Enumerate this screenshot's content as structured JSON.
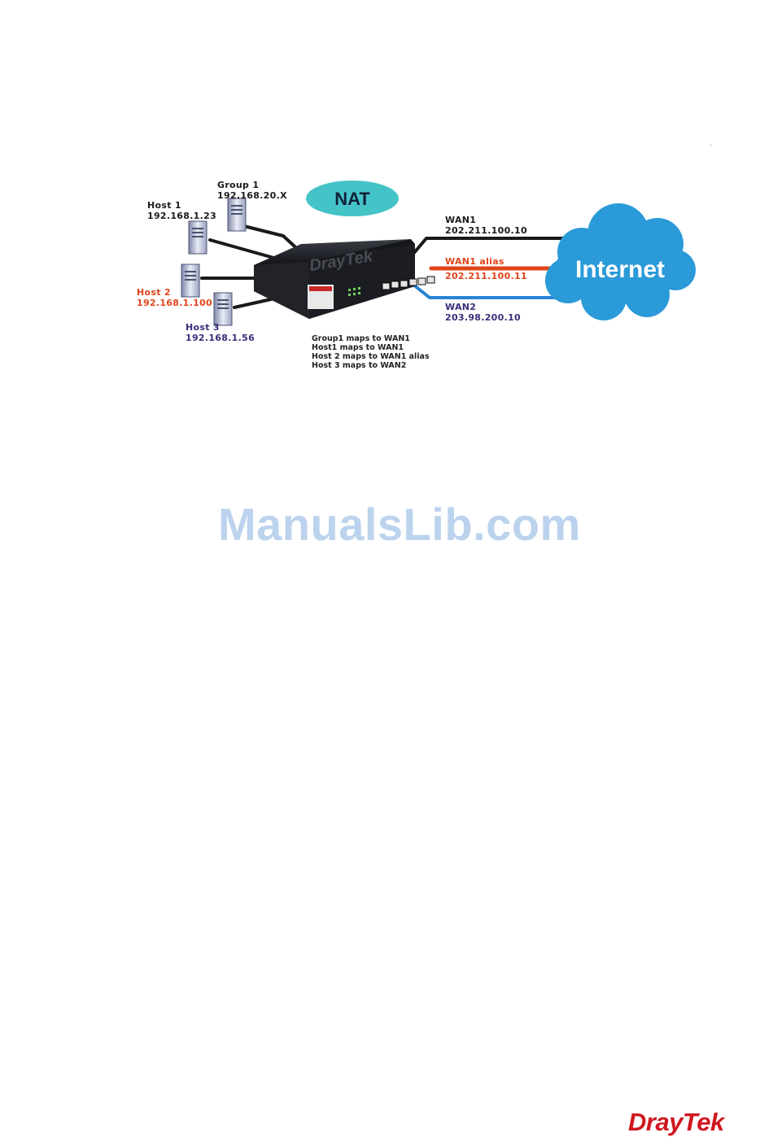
{
  "title_badge": "NAT",
  "cloud_label": "Internet",
  "hosts": {
    "group1": {
      "name": "Group 1",
      "ip": "192.168.20.X"
    },
    "host1": {
      "name": "Host 1",
      "ip": "192.168.1.23"
    },
    "host2": {
      "name": "Host 2",
      "ip": "192.168.1.100"
    },
    "host3": {
      "name": "Host 3",
      "ip": "192.168.1.56"
    }
  },
  "wans": {
    "wan1": {
      "name": "WAN1",
      "ip": "202.211.100.10"
    },
    "wan1_alias": {
      "name": "WAN1 alias",
      "ip": "202.211.100.11"
    },
    "wan2": {
      "name": "WAN2",
      "ip": "203.98.200.10"
    }
  },
  "mapping_notes": [
    "Group1 maps to WAN1",
    "Host1 maps to WAN1",
    "Host 2 maps to WAN1 alias",
    "Host 3 maps to WAN2"
  ],
  "router_brand": "DrayTek",
  "watermark": "ManualsLib.com",
  "footer_logo": "DrayTek",
  "colors": {
    "nat_badge": "#45c4c8",
    "cloud": "#2b9ad8",
    "alias_line": "#e0451a",
    "wan2_line": "#2584d4",
    "host2_text": "#e0451a",
    "host3_text": "#3a2d7a",
    "logo": "#d0171f"
  }
}
